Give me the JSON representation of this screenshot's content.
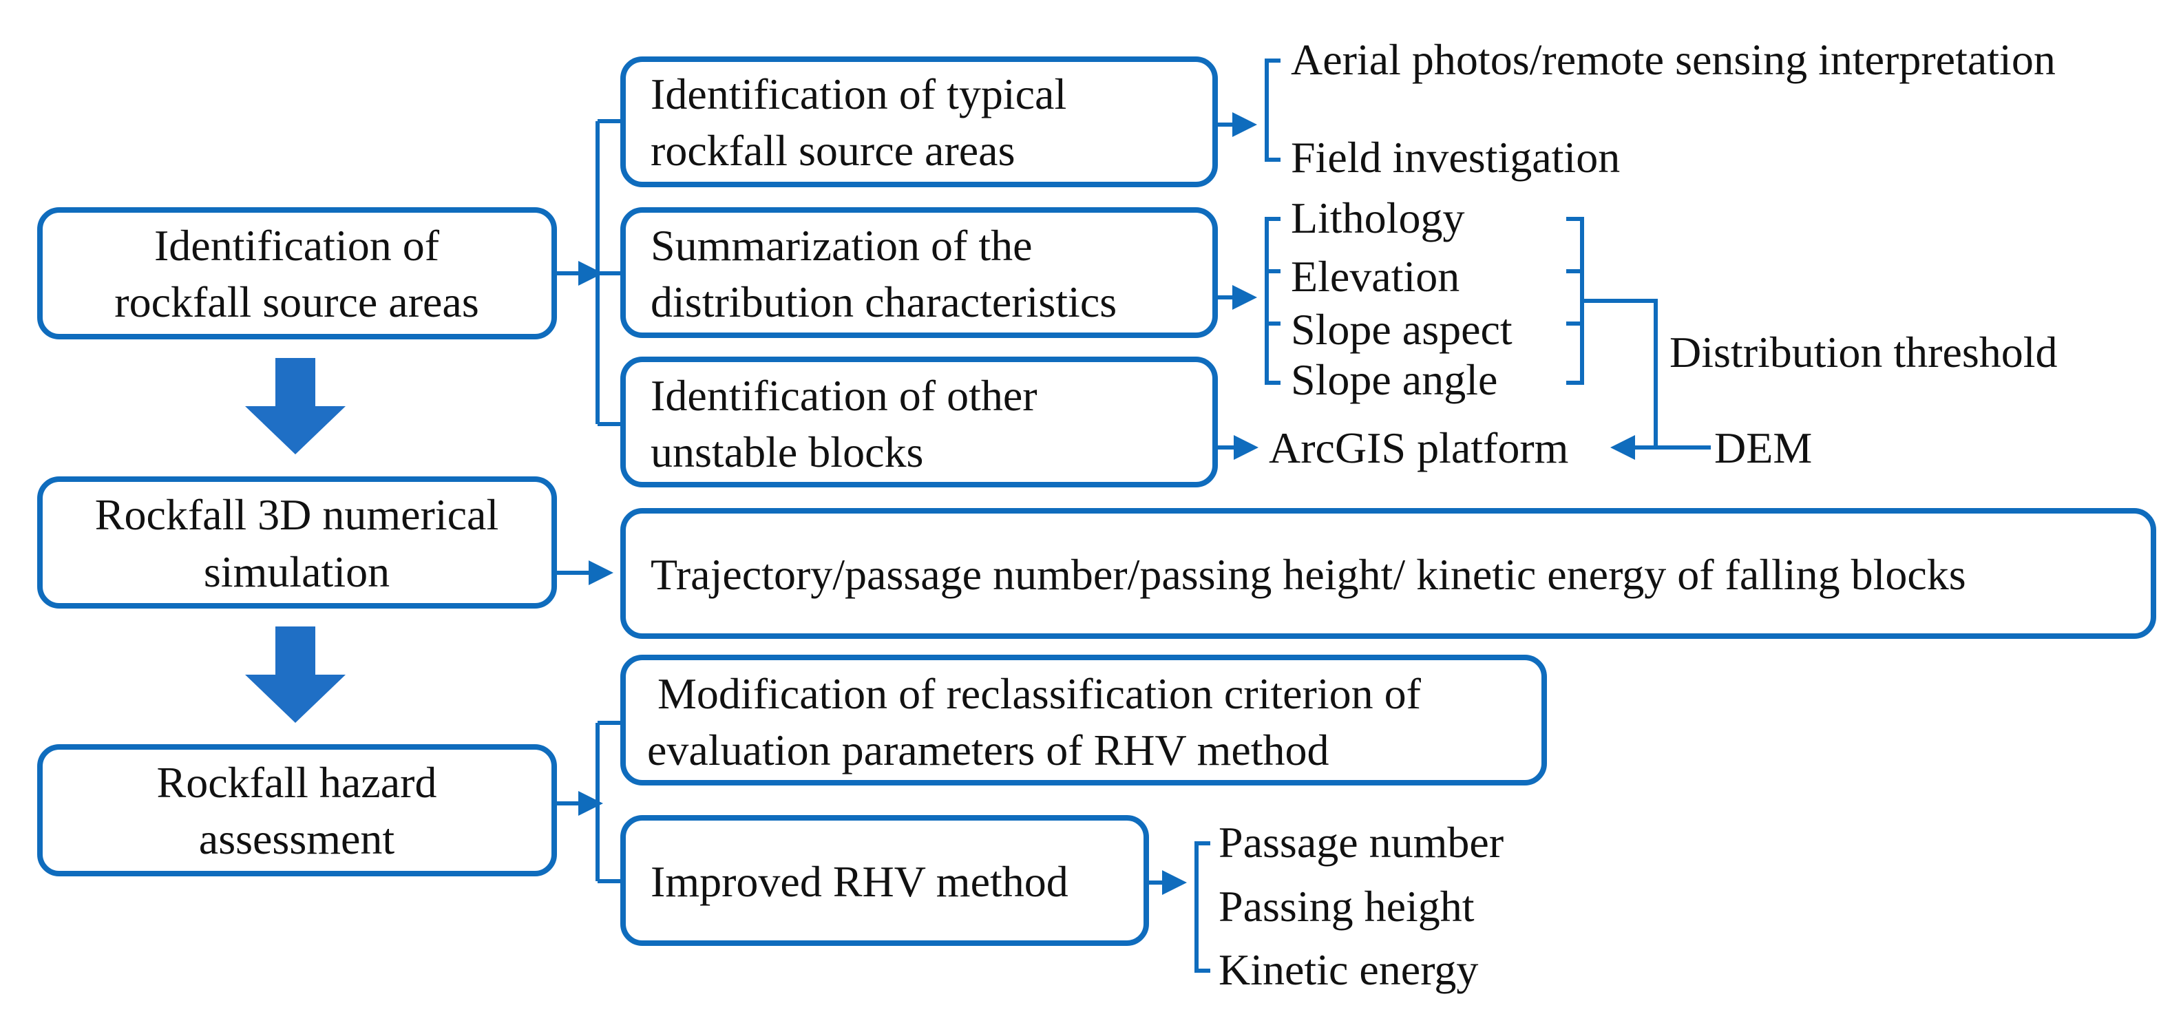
{
  "left_column": {
    "identification": [
      "Identification of",
      "rockfall source areas"
    ],
    "simulation": [
      "Rockfall 3D numerical",
      "simulation"
    ],
    "assessment": [
      "Rockfall hazard",
      "assessment"
    ]
  },
  "middle_column": {
    "typical_areas": [
      "Identification of typical",
      "rockfall source areas"
    ],
    "summarization": [
      "Summarization of  the",
      "distribution characteristics"
    ],
    "other_blocks": [
      "Identification of other",
      "unstable blocks"
    ],
    "simulation_output": "Trajectory/passage number/passing height/ kinetic energy of falling blocks",
    "modification": [
      "Modification of reclassification criterion of",
      "evaluation parameters of RHV method"
    ],
    "improved_rhv": "Improved RHV method"
  },
  "right_column": {
    "aerial": "Aerial photos/remote sensing interpretation",
    "field": "Field investigation",
    "lithology": "Lithology",
    "elevation": "Elevation",
    "slope_aspect": "Slope aspect",
    "slope_angle": "Slope angle",
    "distribution_threshold": "Distribution threshold",
    "arcgis": "ArcGIS  platform",
    "dem": "DEM",
    "passage_number": "Passage number",
    "passing_height": "Passing height",
    "kinetic_energy": "Kinetic energy"
  },
  "colors": {
    "accent": "#0f6cbd",
    "big_arrow": "#1f6fc5"
  }
}
